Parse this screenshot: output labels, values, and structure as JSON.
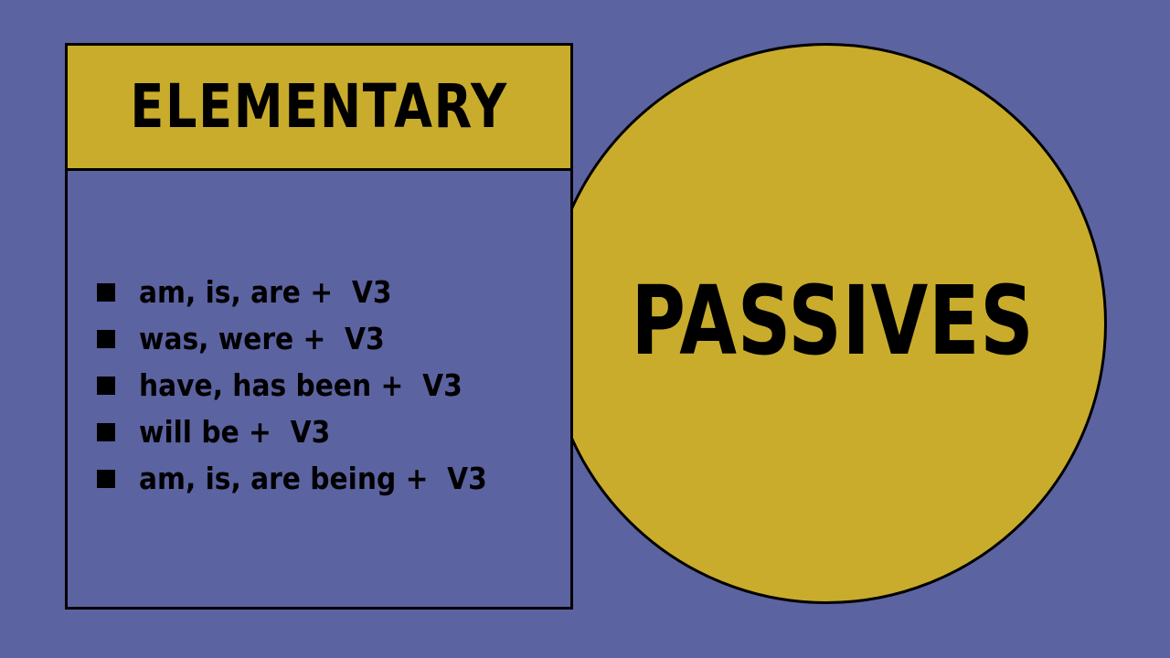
{
  "colors": {
    "background": "#5c63a1",
    "accent": "#c9ac2c",
    "ink": "#000000"
  },
  "panel": {
    "title": "ELEMENTARY",
    "items": [
      {
        "text": "am, is, are +  V3",
        "icon": "square-bullet-icon"
      },
      {
        "text": "was, were +  V3",
        "icon": "square-bullet-icon"
      },
      {
        "text": "have, has been +  V3",
        "icon": "square-bullet-icon"
      },
      {
        "text": "will be +  V3",
        "icon": "square-bullet-icon"
      },
      {
        "text": "am, is, are being +  V3",
        "icon": "square-bullet-icon"
      }
    ]
  },
  "circle": {
    "title": "PASSIVES"
  }
}
